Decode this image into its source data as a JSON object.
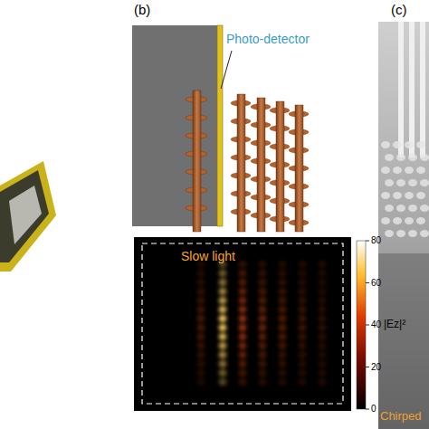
{
  "diagram": {
    "labels": [
      "(b)",
      "(c)",
      "Photo-detector",
      "Slow light",
      "80",
      "60",
      "40",
      "20",
      "0",
      "|Ez|²",
      "Chirped"
    ]
  }
}
